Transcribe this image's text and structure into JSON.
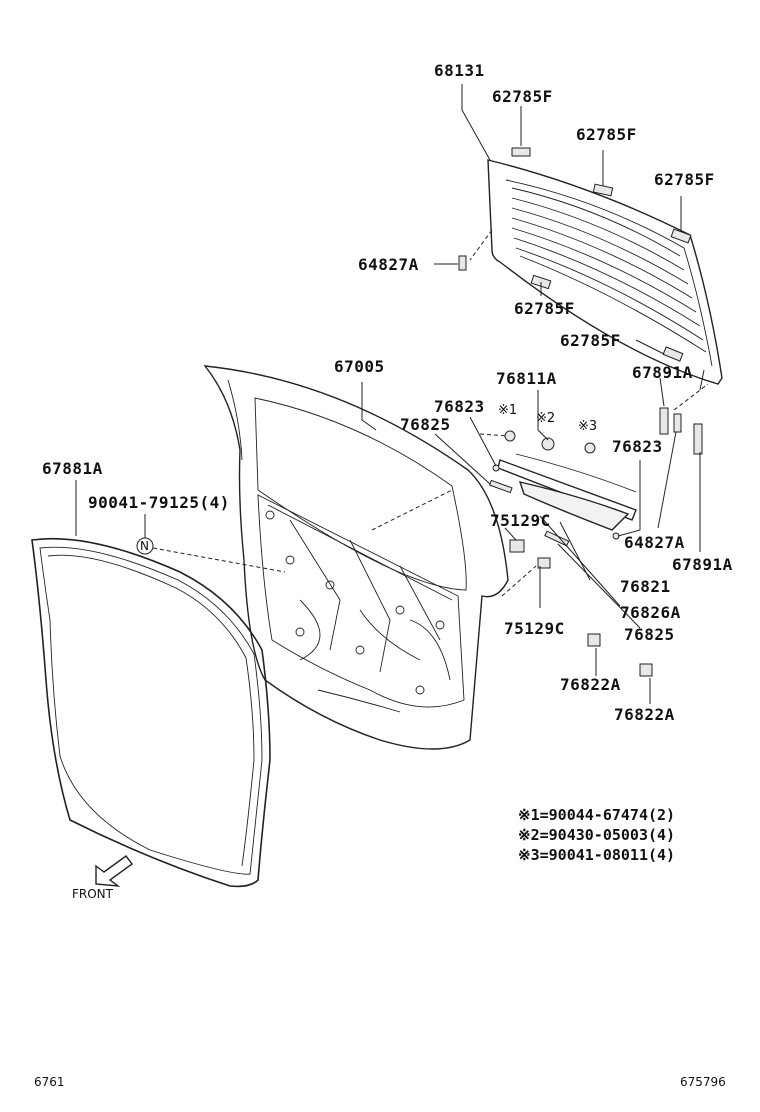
{
  "labels": {
    "p68131": "68131",
    "p62785F_1": "62785F",
    "p62785F_2": "62785F",
    "p62785F_3": "62785F",
    "p62785F_4": "62785F",
    "p62785F_5": "62785F",
    "p64827A_1": "64827A",
    "p64827A_2": "64827A",
    "p67005": "67005",
    "p76811A": "76811A",
    "p67891A_1": "67891A",
    "p67891A_2": "67891A",
    "p76823_1": "76823",
    "p76823_2": "76823",
    "p76825_1": "76825",
    "p76825_2": "76825",
    "p67881A": "67881A",
    "p90041_79125": "90041-79125(4)",
    "p75129C_1": "75129C",
    "p75129C_2": "75129C",
    "p76821": "76821",
    "p76826A": "76826A",
    "p76822A_1": "76822A",
    "p76822A_2": "76822A"
  },
  "markers": {
    "m1": "※1",
    "m2": "※2",
    "m3": "※3",
    "n": "N"
  },
  "notes": [
    "※1=90044-67474(2)",
    "※2=90430-05003(4)",
    "※3=90041-08011(4)"
  ],
  "front_label": "FRONT",
  "footer": {
    "left": "6761",
    "right": "675796"
  }
}
